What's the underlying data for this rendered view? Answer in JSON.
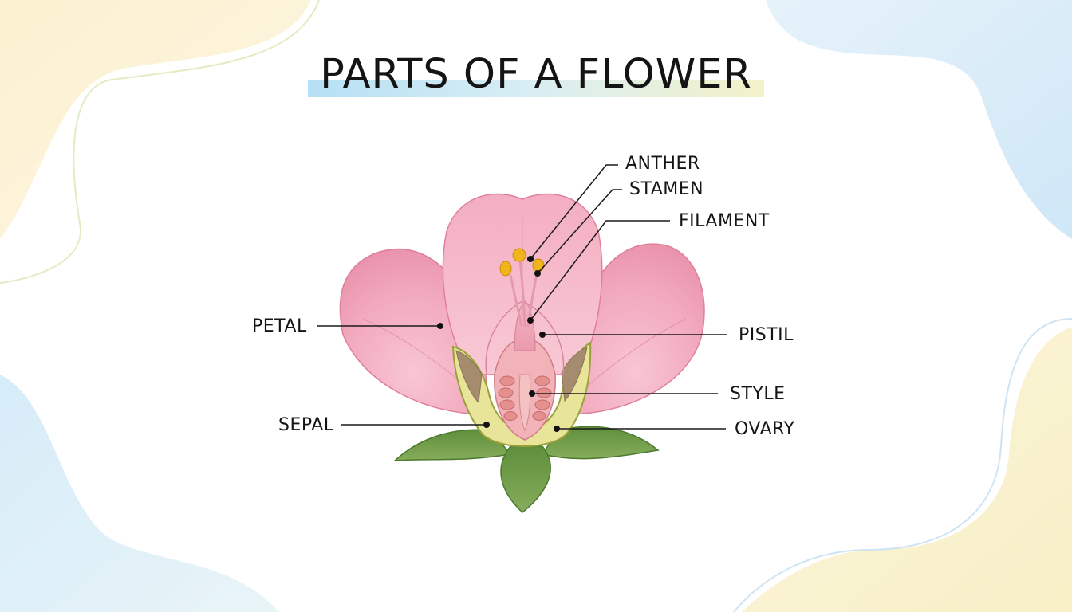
{
  "title": "PARTS OF A FLOWER",
  "labels": {
    "anther": "ANTHER",
    "stamen": "STAMEN",
    "filament": "FILAMENT",
    "petal": "PETAL",
    "pistil": "PISTIL",
    "style": "STYLE",
    "sepal": "SEPAL",
    "ovary": "OVARY"
  },
  "colors": {
    "petal": "#f0a3bb",
    "petal_dark": "#e2869f",
    "sepal": "#7aa454",
    "receptacle": "#e8e49a",
    "anther": "#f0b51c",
    "ovule": "#e58f8f",
    "background_blue": "#d4ecf8",
    "background_yellow": "#fbf3cf"
  }
}
